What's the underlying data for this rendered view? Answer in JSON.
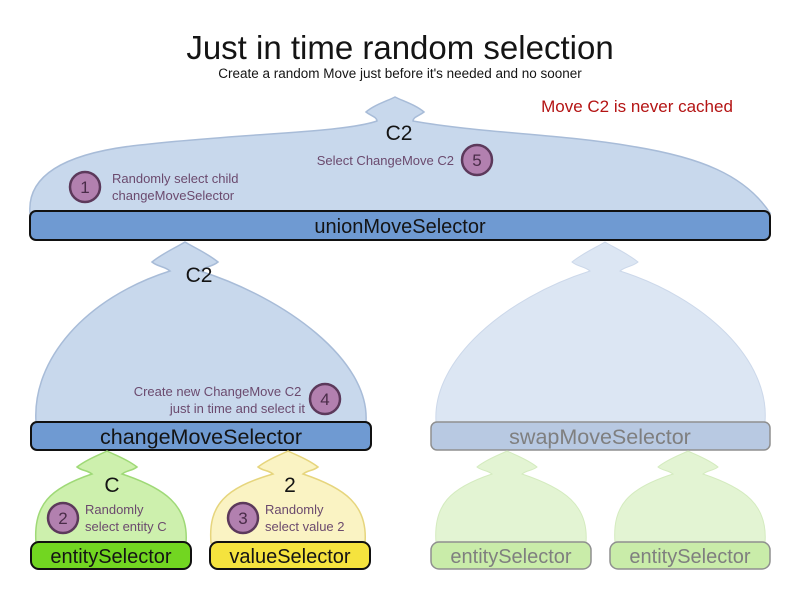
{
  "title": "Just in time random selection",
  "subtitle": "Create a random Move just before it's needed and no sooner",
  "note": "Move C2 is never cached",
  "colors": {
    "selector_blue": "#6f9ad2",
    "selector_blue_faded": "#b8c9e2",
    "dome_blue": "#c8d8ec",
    "dome_blue_faded": "#dce6f3",
    "entity_green": "#72d621",
    "entity_green_faded": "#c9eca9",
    "value_yellow": "#f5e33e",
    "dome_green": "#cdf0ad",
    "dome_green_faded": "#e3f4d3",
    "dome_yellow": "#faf3c3",
    "step_circle_fill": "#b280af",
    "step_circle_border": "#5c395b",
    "step_text_purple": "#6b4a6e",
    "note_red": "#b41414"
  },
  "selectors": {
    "union": "unionMoveSelector",
    "change": "changeMoveSelector",
    "swap": "swapMoveSelector",
    "entity": "entitySelector",
    "value": "valueSelector",
    "swap_entity_left": "entitySelector",
    "swap_entity_right": "entitySelector"
  },
  "move_labels": {
    "union_output": "C2",
    "change_output": "C2",
    "entity_output": "C",
    "value_output": "2"
  },
  "steps": {
    "s1": {
      "num": "1",
      "line1": "Randomly select child",
      "line2": "changeMoveSelector"
    },
    "s2": {
      "num": "2",
      "line1": "Randomly",
      "line2": "select entity C"
    },
    "s3": {
      "num": "3",
      "line1": "Randomly",
      "line2": "select value 2"
    },
    "s4": {
      "num": "4",
      "line1": "Create new ChangeMove C2",
      "line2": "just in time and select it"
    },
    "s5": {
      "num": "5",
      "line1": "Select ChangeMove C2"
    }
  }
}
